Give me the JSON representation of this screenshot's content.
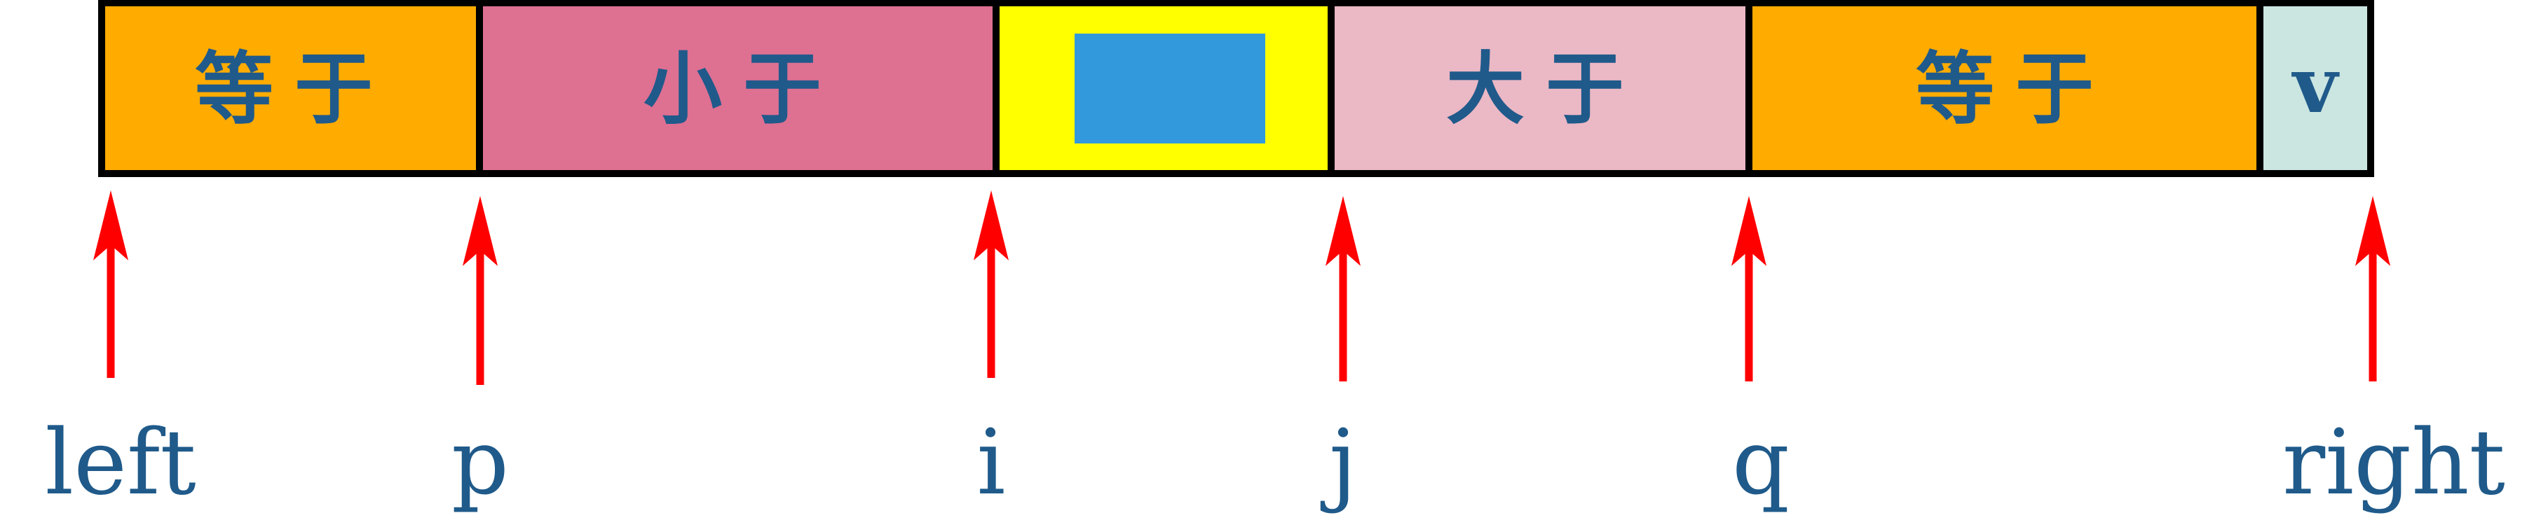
{
  "segments": [
    {
      "label": "等于",
      "color": "#ffab00"
    },
    {
      "label": "小于",
      "color": "#de7092"
    },
    {
      "label": "",
      "color": "#ffff00",
      "inner_color": "#3399dd"
    },
    {
      "label": "大于",
      "color": "#ebb8c5"
    },
    {
      "label": "等于",
      "color": "#ffab00"
    },
    {
      "label": "v",
      "color": "#cbe6e1"
    }
  ],
  "pointers": [
    {
      "label": "left"
    },
    {
      "label": "p"
    },
    {
      "label": "i"
    },
    {
      "label": "j"
    },
    {
      "label": "q"
    },
    {
      "label": "right"
    }
  ],
  "colors": {
    "arrow": "#ff0000",
    "text": "#1f5a8a",
    "border": "#000000"
  }
}
